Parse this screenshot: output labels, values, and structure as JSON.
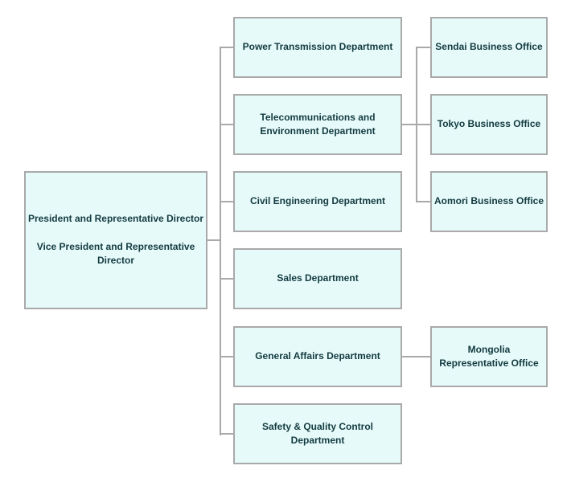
{
  "org_chart": {
    "root": {
      "line1": "President and Representative Director",
      "line2": "Vice President and Representative Director"
    },
    "departments": [
      {
        "label": "Power Transmission Department"
      },
      {
        "label": "Telecommunications and Environment Department"
      },
      {
        "label": "Civil Engineering Department"
      },
      {
        "label": "Sales Department"
      },
      {
        "label": "General Affairs Department"
      },
      {
        "label": "Safety & Quality Control Department"
      }
    ],
    "offices": [
      {
        "label": "Sendai Business Office"
      },
      {
        "label": "Tokyo Business Office"
      },
      {
        "label": "Aomori Business Office"
      },
      {
        "label": "Mongolia Representative Office"
      }
    ]
  },
  "colors": {
    "box_fill": "#e7fafa",
    "box_border": "#a9a9a9",
    "connector": "#a9a9a9",
    "text": "#123b40",
    "canvas_bg": "#ffffff"
  }
}
